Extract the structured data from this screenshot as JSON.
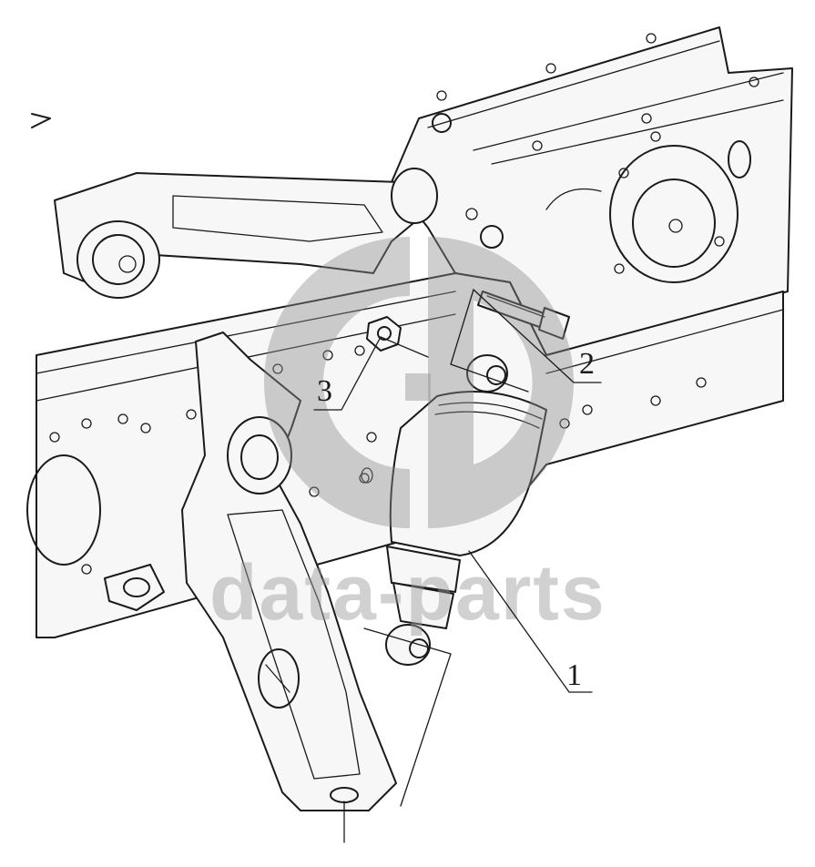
{
  "callouts": [
    {
      "id": "1",
      "label": "1",
      "part": "air-spring-shock-absorber"
    },
    {
      "id": "2",
      "label": "2",
      "part": "mounting-bolt"
    },
    {
      "id": "3",
      "label": "3",
      "part": "hex-nut"
    }
  ],
  "watermark": {
    "text": "data-parts",
    "logo": "gb-logo-icon"
  },
  "colors": {
    "line": "#1a1a1a",
    "watermark": "#8c8c8c"
  }
}
